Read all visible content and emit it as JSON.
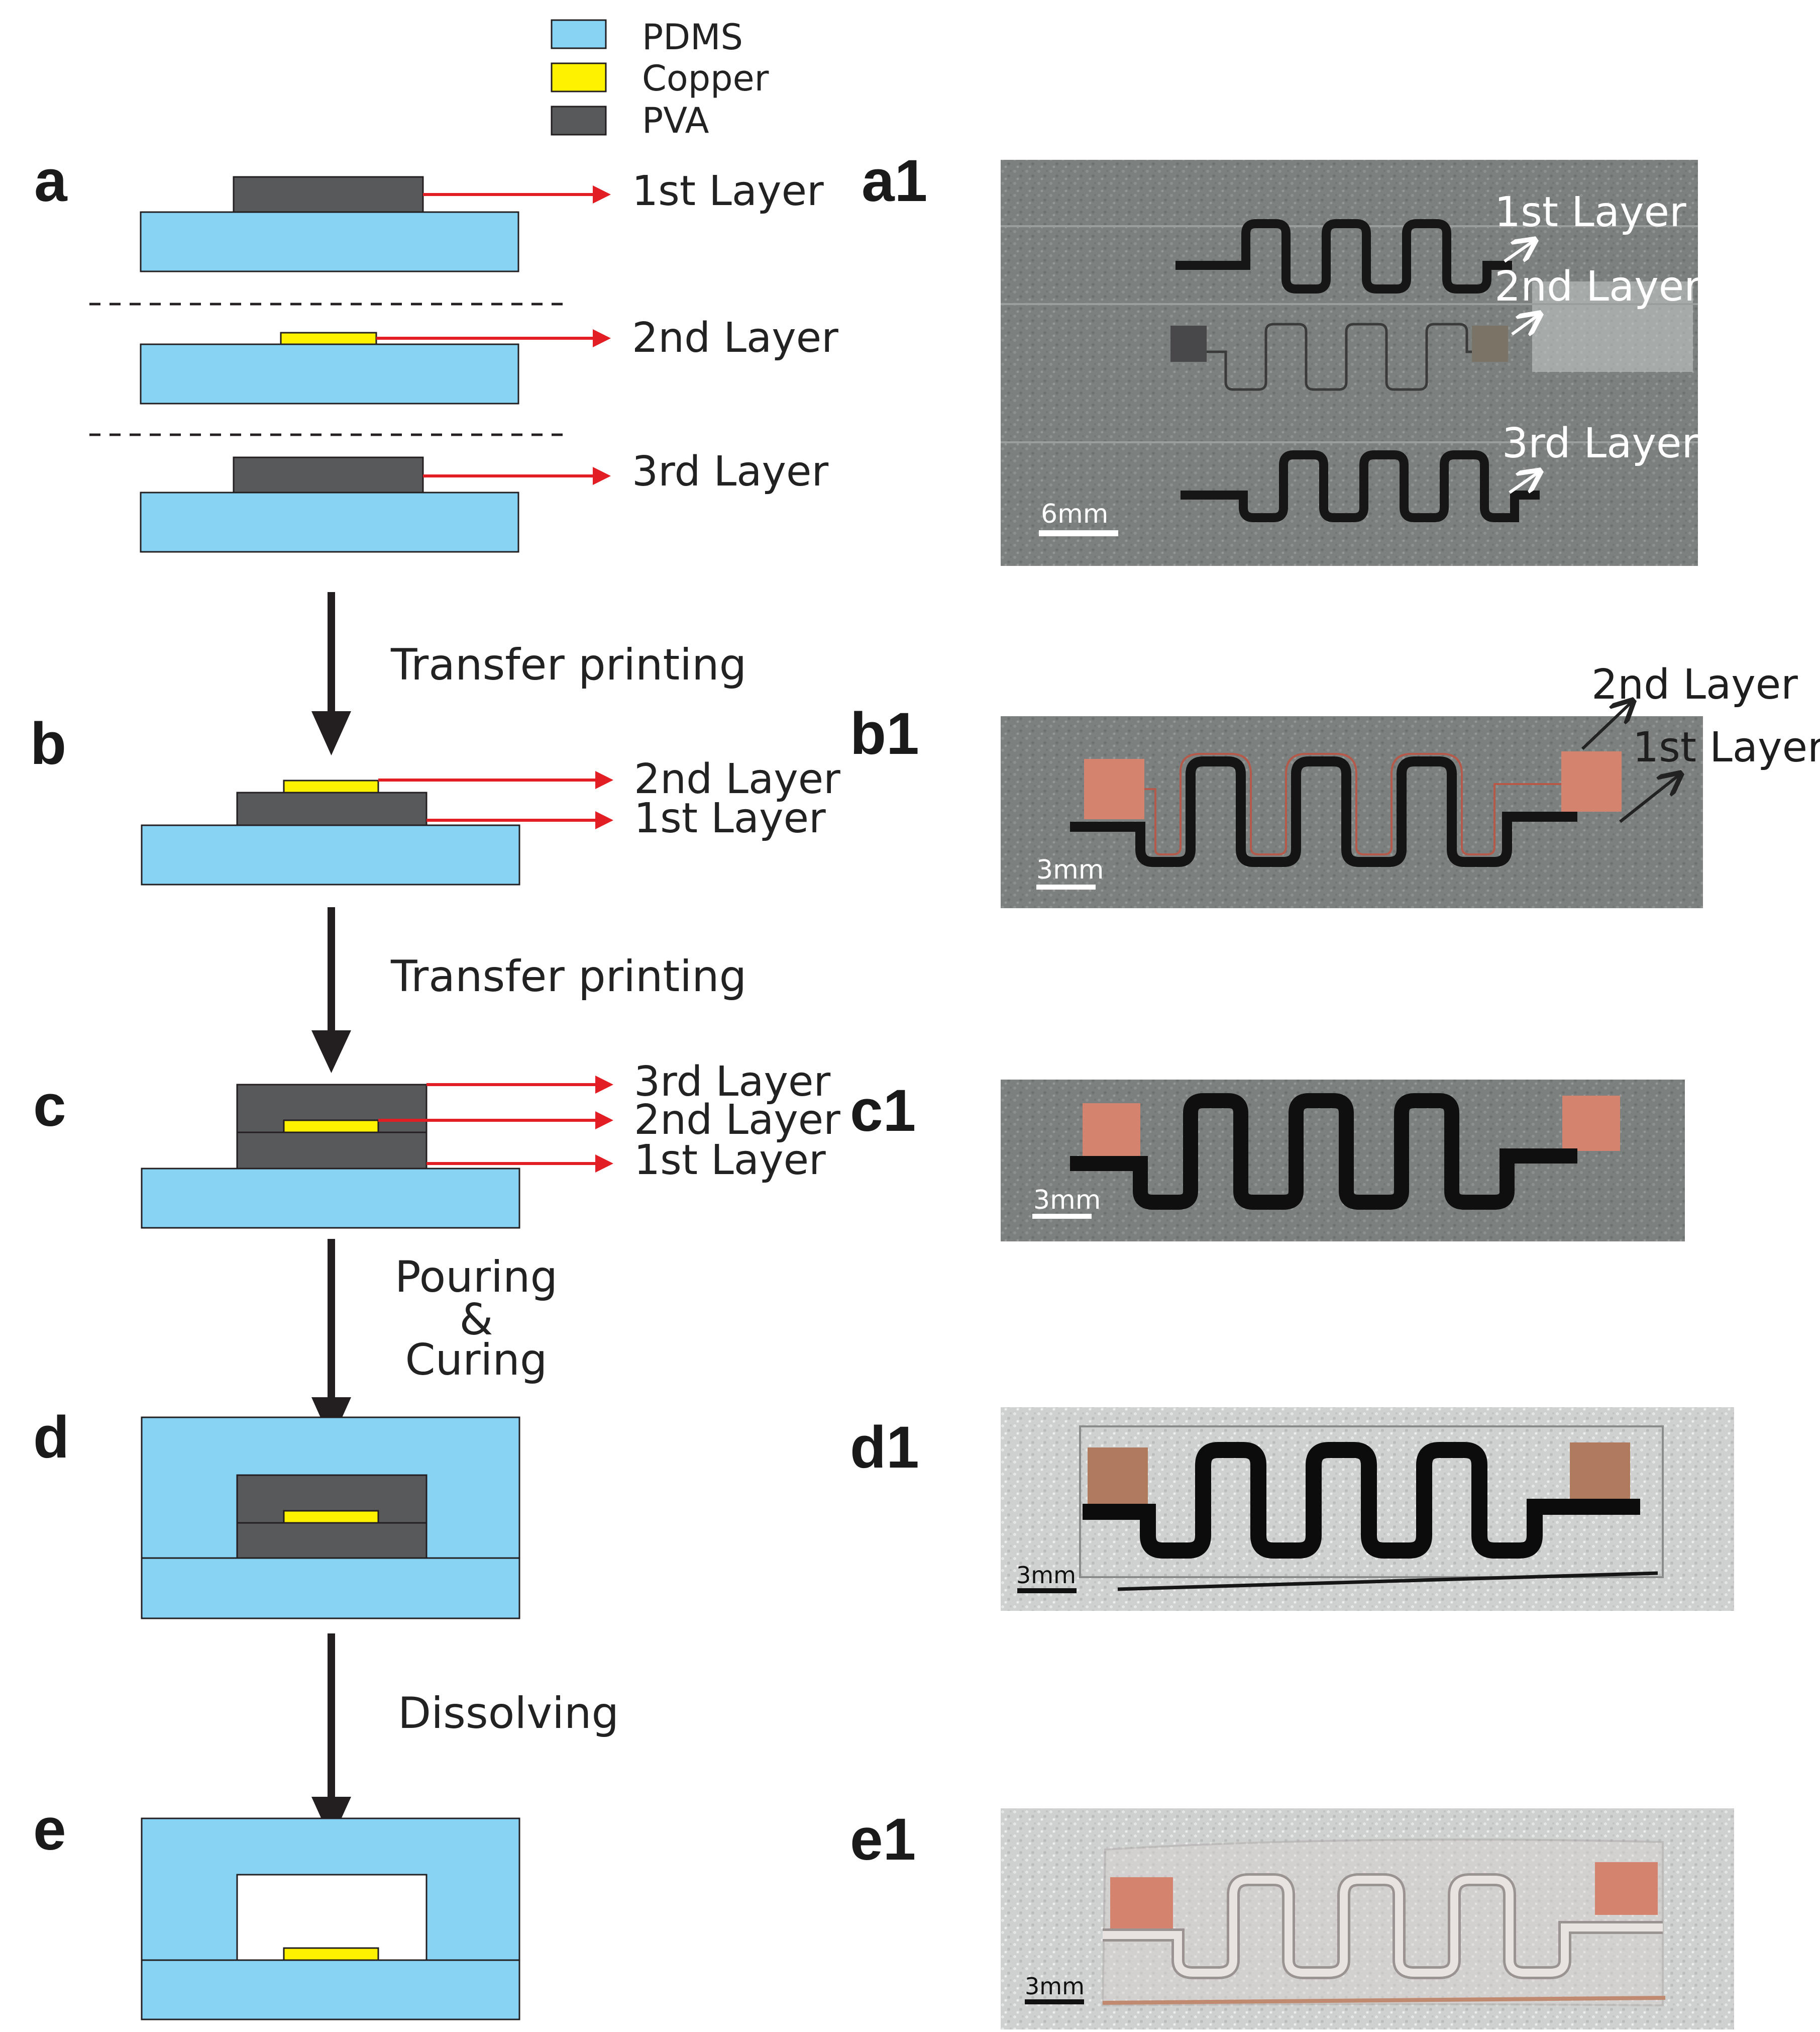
{
  "legend": [
    {
      "label": "PDMS",
      "color": "#87d3f3"
    },
    {
      "label": "Copper",
      "color": "#fff200"
    },
    {
      "label": "PVA",
      "color": "#58595b"
    }
  ],
  "colors": {
    "pdms": "#87d3f3",
    "copper": "#fff200",
    "pva": "#58595b",
    "arrow_red": "#e21d24",
    "arrow_dark": "#231f20",
    "copper_pad": "#d4846e"
  },
  "panels": {
    "a": "a",
    "b": "b",
    "c": "c",
    "d": "d",
    "e": "e",
    "a1": "a1",
    "b1": "b1",
    "c1": "c1",
    "d1": "d1",
    "e1": "e1"
  },
  "layer_labels": {
    "first": "1st Layer",
    "second": "2nd Layer",
    "third": "3rd Layer"
  },
  "steps": {
    "transfer_1": "Transfer printing",
    "transfer_2": "Transfer printing",
    "pouring_line1": "Pouring",
    "pouring_line2": "&",
    "pouring_line3": "Curing",
    "dissolving": "Dissolving"
  },
  "scale_bars": {
    "a1": "6mm",
    "b1": "3mm",
    "c1": "3mm",
    "d1": "3mm",
    "e1": "3mm"
  }
}
